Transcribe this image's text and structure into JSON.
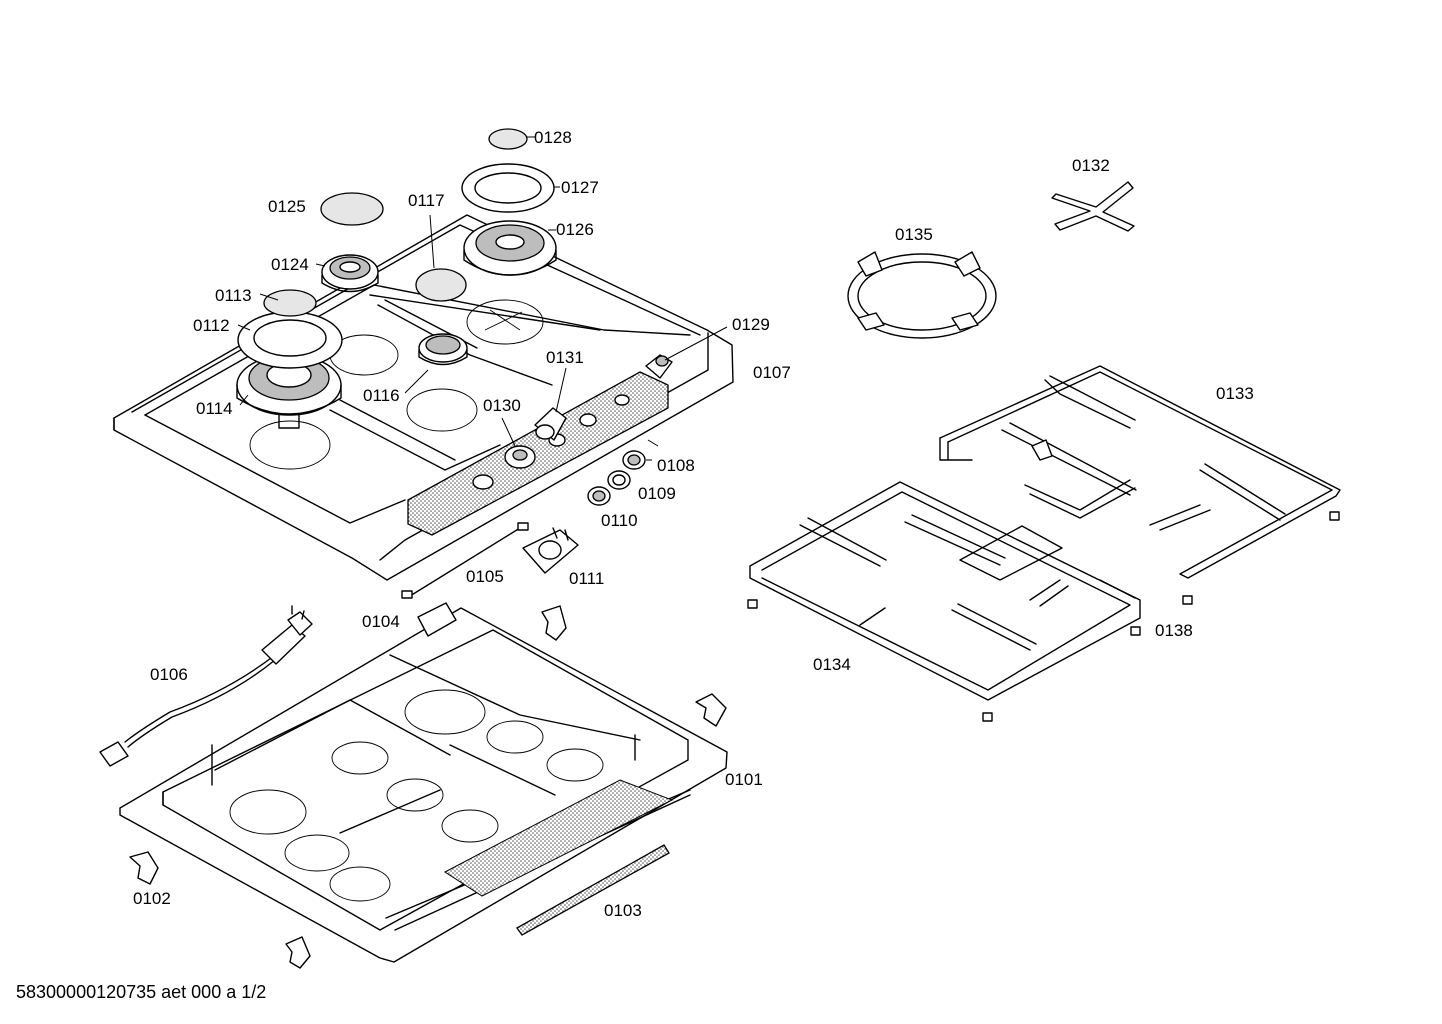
{
  "callouts": {
    "p0128": "0128",
    "p0127": "0127",
    "p0126": "0126",
    "p0125": "0125",
    "p0117": "0117",
    "p0124": "0124",
    "p0113": "0113",
    "p0112": "0112",
    "p0114": "0114",
    "p0116": "0116",
    "p0129": "0129",
    "p0131": "0131",
    "p0107": "0107",
    "p0130": "0130",
    "p0108": "0108",
    "p0109": "0109",
    "p0110": "0110",
    "p0105": "0105",
    "p0111": "0111",
    "p0104": "0104",
    "p0106": "0106",
    "p0101": "0101",
    "p0102": "0102",
    "p0103": "0103",
    "p0132": "0132",
    "p0135": "0135",
    "p0133": "0133",
    "p0138": "0138",
    "p0134": "0134"
  },
  "footer": {
    "doc_id": "58300000120735 aet 000 a 1/2"
  }
}
